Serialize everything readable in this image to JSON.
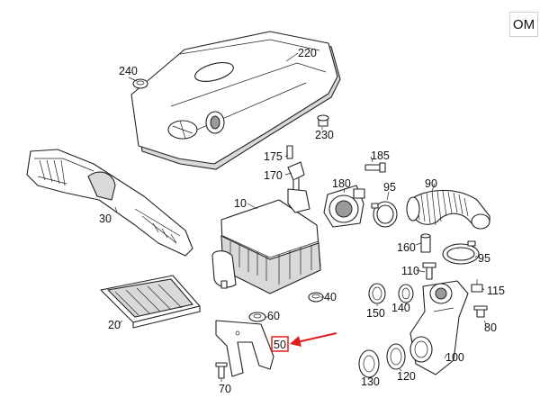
{
  "badge": {
    "text": "OM"
  },
  "callouts": [
    "220",
    "240",
    "230",
    "185",
    "175",
    "170",
    "180",
    "95",
    "90",
    "10",
    "30",
    "160",
    "95",
    "110",
    "115",
    "40",
    "150",
    "140",
    "60",
    "80",
    "20",
    "50",
    "130",
    "120",
    "100",
    "70"
  ],
  "highlight": {
    "label": "50",
    "marker_color": "#e01e1e"
  }
}
